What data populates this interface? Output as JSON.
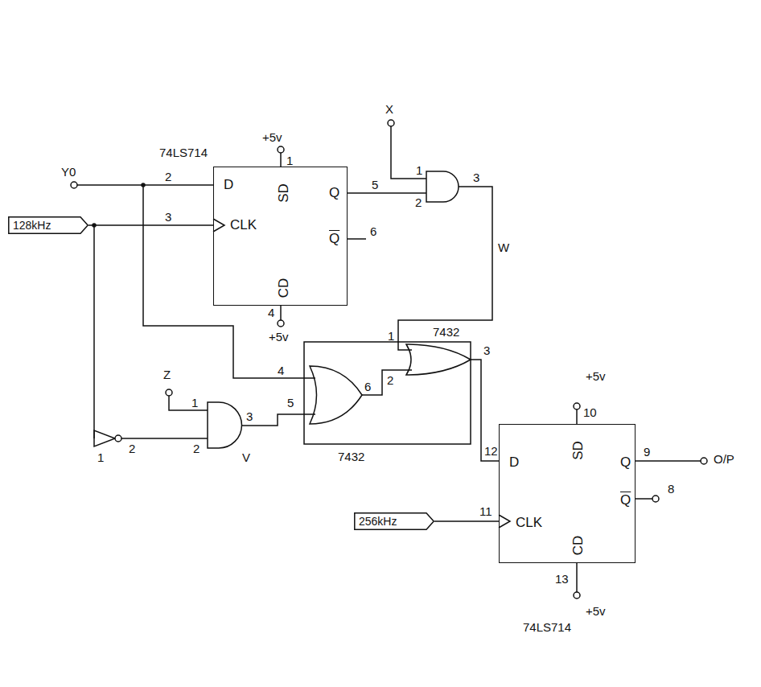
{
  "diagram": {
    "nodes": [
      {
        "text": [
          "D",
          "SD",
          "Q",
          "CLK",
          "Q",
          "CD"
        ]
      },
      {
        "text": [
          "128kHz"
        ]
      },
      {
        "text": [
          "D",
          "SD",
          "Q",
          "CLK",
          "Q",
          "CD"
        ]
      },
      {
        "text": [
          "256kHz"
        ]
      }
    ],
    "edges": [
      {
        "from": 1,
        "to": 0,
        "arrow": "none"
      },
      {
        "from": 3,
        "to": 2,
        "arrow": "none"
      }
    ],
    "labels": [
      "74LS714",
      "+5v",
      "1",
      "Y0",
      "2",
      "3",
      "5",
      "6",
      "4",
      "+5v",
      "X",
      "1",
      "2",
      "3",
      "W",
      "1",
      "7432",
      "4",
      "Z",
      "1",
      "3",
      "5",
      "6",
      "2",
      "3",
      "7432",
      "1",
      "2",
      "2",
      "V",
      "+5v",
      "10",
      "12",
      "9",
      "O/P",
      "8",
      "11",
      "13",
      "+5v",
      "74LS714"
    ]
  }
}
